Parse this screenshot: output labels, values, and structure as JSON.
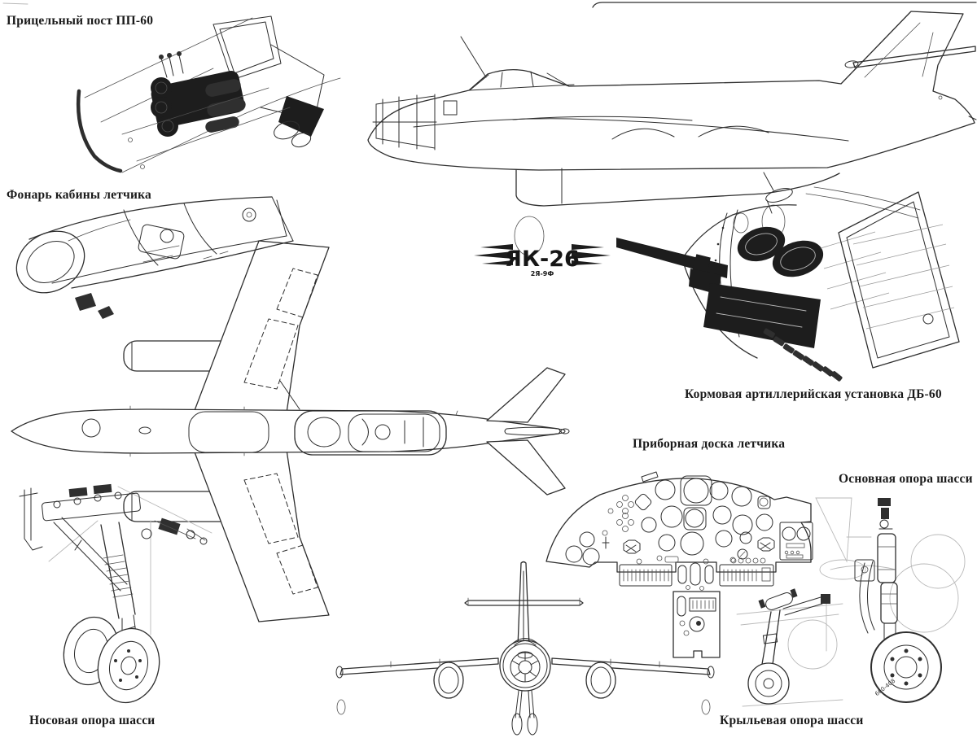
{
  "logo": {
    "text": "ЯК-26",
    "subtitle": "2Я-9Ф"
  },
  "labels": {
    "sighting_post": "Прицельный пост ПП-60",
    "canopy": "Фонарь кабины летчика",
    "tail_gun": "Кормовая артиллерийская установка ДБ-60",
    "instrument_panel": "Приборная доска летчика",
    "main_gear": "Основная опора шасси",
    "nose_gear": "Носовая опора шасси",
    "wing_gear": "Крыльевая опора шасси"
  },
  "annotations": {
    "tire_size": "660-408"
  },
  "colors": {
    "ink": "#2e2e2e",
    "paper": "#ffffff",
    "faint": "#b9b9b9"
  }
}
